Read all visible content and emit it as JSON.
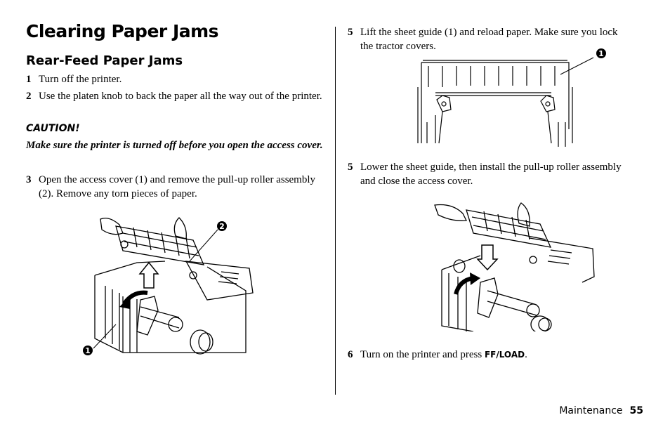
{
  "title": "Clearing Paper Jams",
  "section": "Rear-Feed Paper Jams",
  "left_steps": [
    {
      "num": "1",
      "text": "Turn off the printer."
    },
    {
      "num": "2",
      "text": "Use the platen knob to back the paper all the way out of the printer."
    }
  ],
  "caution": {
    "label": "CAUTION!",
    "text": "Make sure the printer is turned off before you open the access cover."
  },
  "step3": {
    "num": "3",
    "text": "Open the access cover (1) and remove the pull-up roller assembly (2). Remove any torn pieces of paper."
  },
  "right_steps": [
    {
      "num": "5",
      "text": "Lift the sheet guide (1) and reload paper. Make sure you lock the tractor covers."
    },
    {
      "num": "5",
      "text": "Lower the sheet guide, then install the pull-up roller assembly and close the access cover."
    },
    {
      "num": "6",
      "text_before": "Turn on the printer and press ",
      "key": "FF/LOAD",
      "text_after": "."
    }
  ],
  "callouts": {
    "fig1_a": "1",
    "fig1_b": "2",
    "fig2_a": "1"
  },
  "footer": {
    "section": "Maintenance",
    "page": "55"
  }
}
